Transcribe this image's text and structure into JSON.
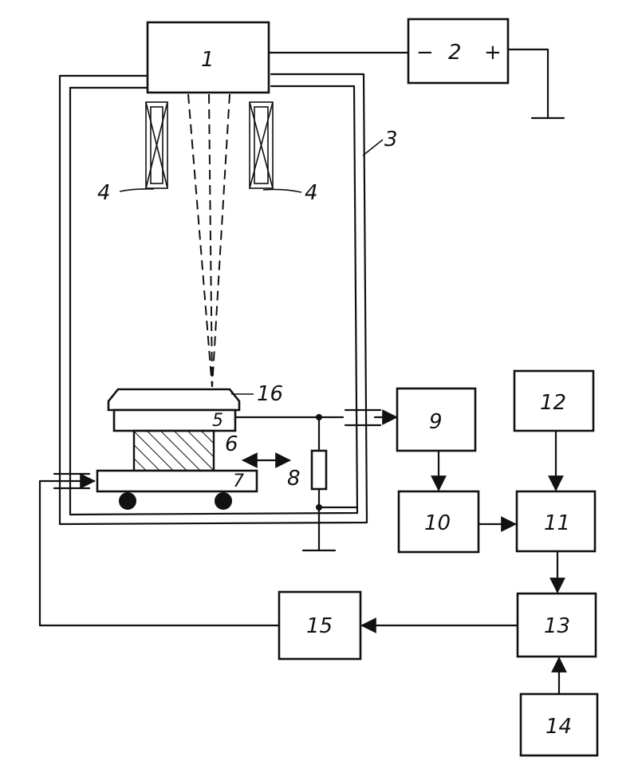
{
  "labels": {
    "gun": "1",
    "power_supply": "2",
    "power_minus": "−",
    "power_plus": "+",
    "chamber": "3",
    "coil_left": "4",
    "coil_right": "4",
    "pad": "5",
    "insulator": "6",
    "carriage": "7",
    "resistor": "8",
    "block_9": "9",
    "block_10": "10",
    "block_11": "11",
    "block_12": "12",
    "block_13": "13",
    "block_14": "14",
    "block_15": "15",
    "workpiece": "16"
  }
}
